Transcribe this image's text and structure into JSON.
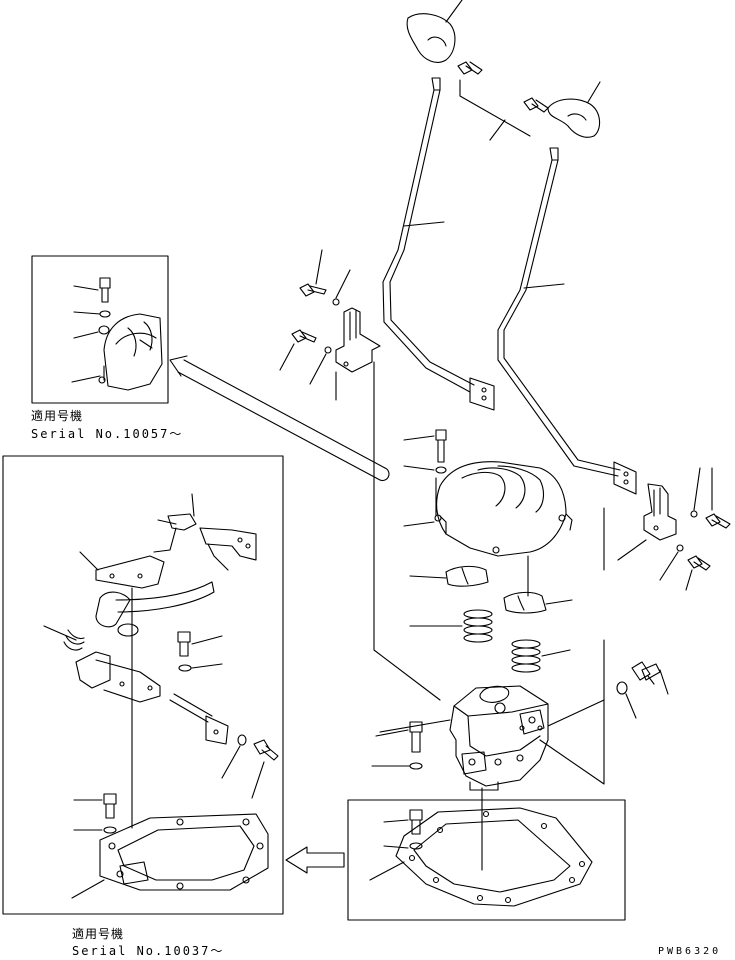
{
  "captions": {
    "upper_applicable": "適用号機",
    "upper_serial": "Serial No.10057～",
    "lower_applicable": "適用号機",
    "lower_serial": "Serial No.10037～"
  },
  "drawing_code": "PWB6320"
}
